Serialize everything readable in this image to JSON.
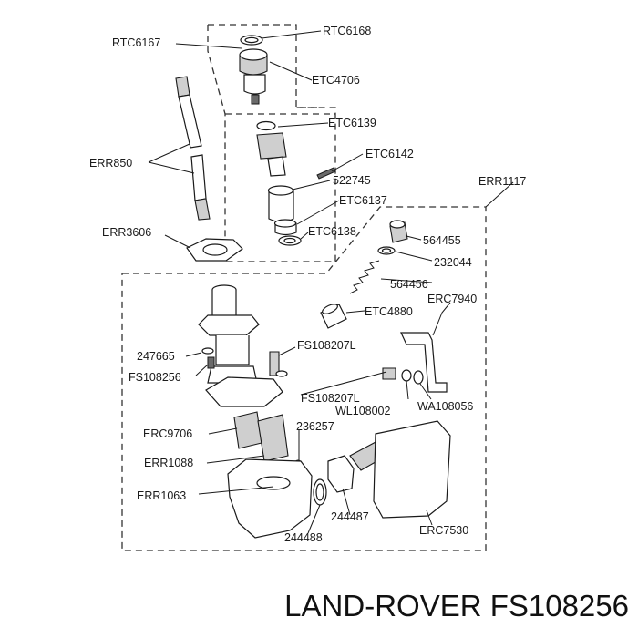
{
  "labels": {
    "rtc6167": "RTC6167",
    "rtc6168": "RTC6168",
    "etc4706": "ETC4706",
    "etc6139": "ETC6139",
    "err850": "ERR850",
    "etc6142": "ETC6142",
    "p522745": "522745",
    "etc6137": "ETC6137",
    "err1117": "ERR1117",
    "err3606": "ERR3606",
    "etc6138": "ETC6138",
    "p564455": "564455",
    "p232044": "232044",
    "p564456": "564456",
    "erc7940": "ERC7940",
    "etc4880": "ETC4880",
    "p247665": "247665",
    "fs108207l_a": "FS108207L",
    "fs108256": "FS108256",
    "fs108207l_b": "FS108207L",
    "wl108002": "WL108002",
    "wa108056": "WA108056",
    "erc9706": "ERC9706",
    "p236257": "236257",
    "err1088": "ERR1088",
    "err1063": "ERR1063",
    "p244487": "244487",
    "p244488": "244488",
    "erc7530": "ERC7530"
  },
  "footer": {
    "text": "LAND-ROVER FS108256"
  }
}
